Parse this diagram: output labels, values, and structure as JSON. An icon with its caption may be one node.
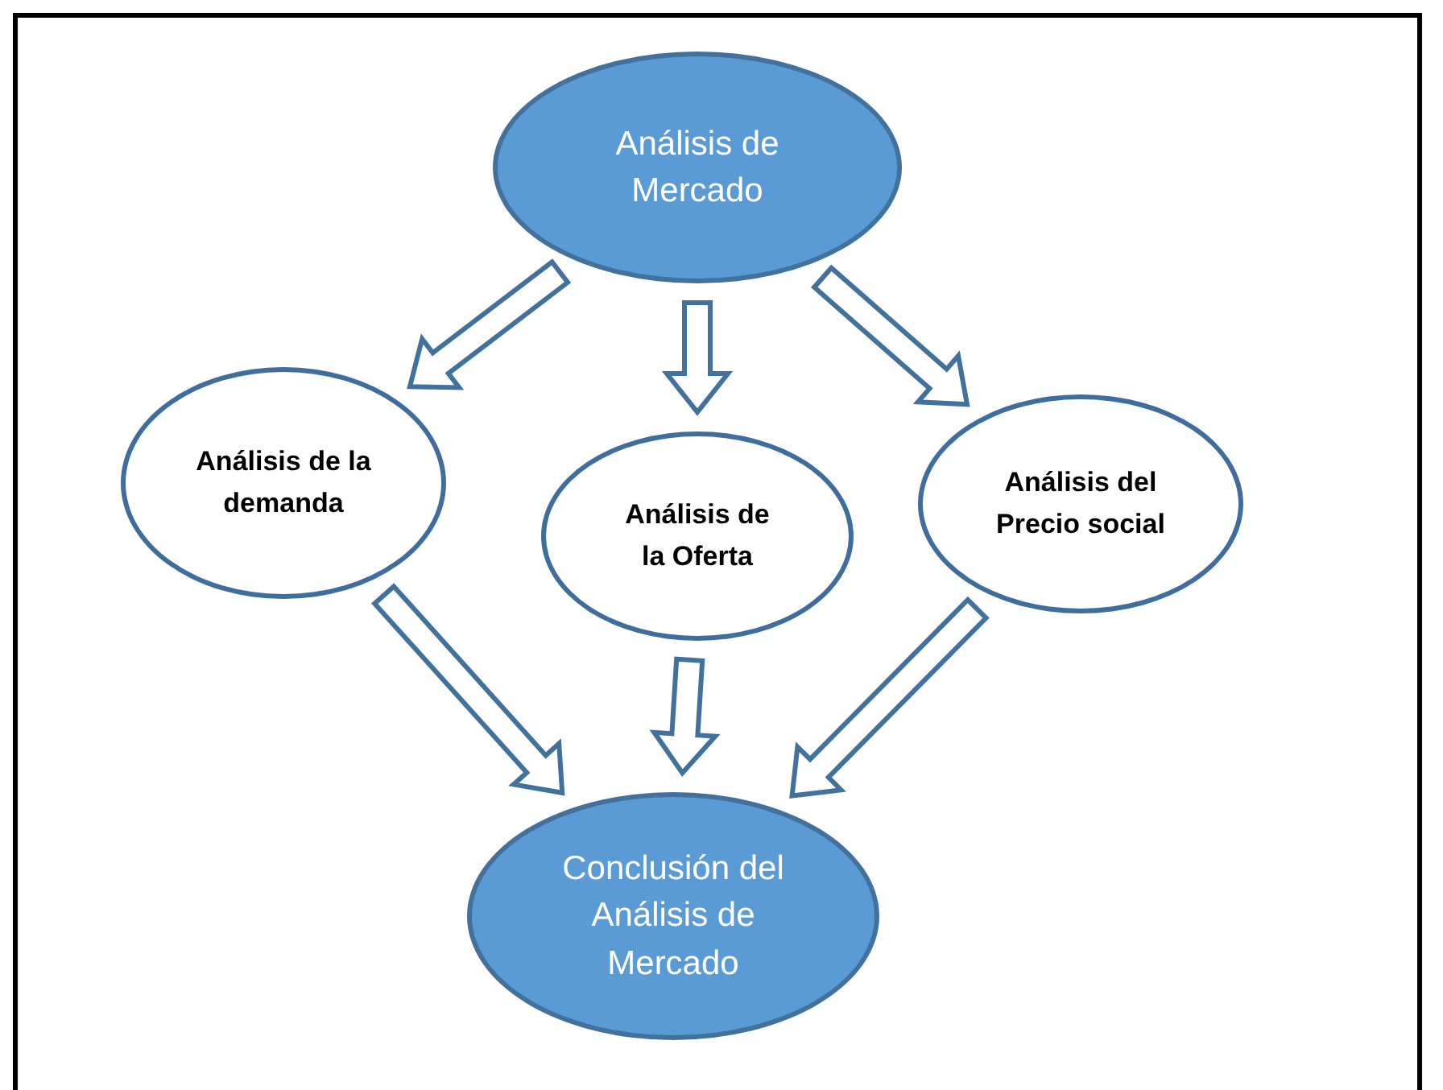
{
  "diagram": {
    "nodes": [
      {
        "text": [
          "Análisis de Mercado"
        ]
      },
      {
        "text": [
          "Análisis de la demanda"
        ]
      },
      {
        "text": [
          "Análisis de la Oferta"
        ]
      },
      {
        "text": [
          "Análisis del Precio social"
        ]
      },
      {
        "text": [
          "Conclusión del Análisis de Mercado"
        ]
      }
    ],
    "edges": [
      {
        "from": 0,
        "to": 1,
        "arrow": "to"
      },
      {
        "from": 0,
        "to": 2,
        "arrow": "to"
      },
      {
        "from": 0,
        "to": 3,
        "arrow": "to"
      },
      {
        "from": 1,
        "to": 4,
        "arrow": "to"
      },
      {
        "from": 2,
        "to": 4,
        "arrow": "to"
      },
      {
        "from": 3,
        "to": 4,
        "arrow": "to"
      }
    ]
  }
}
